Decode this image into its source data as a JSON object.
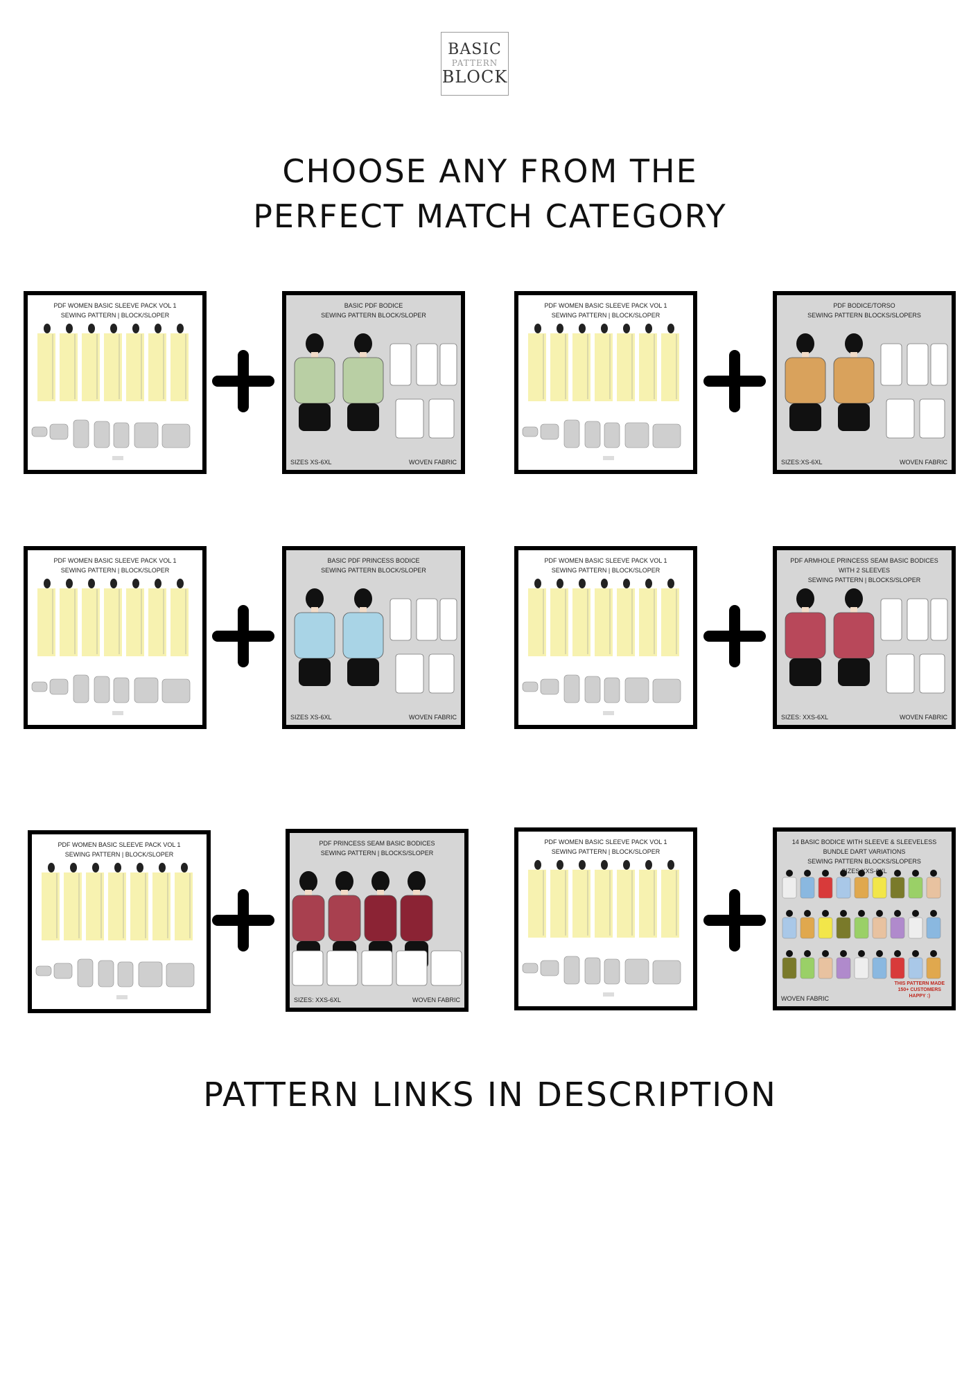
{
  "logo": {
    "line1": "BASIC",
    "line2": "PATTERN",
    "line3": "BLOCK"
  },
  "headline": {
    "line1": "CHOOSE ANY FROM THE",
    "line2": "PERFECT MATCH CATEGORY"
  },
  "footer": "PATTERN LINKS IN DESCRIPTION",
  "sleeve_card": {
    "title": "PDF WOMEN BASIC SLEEVE  PACK VOL 1\nSEWING PATTERN | BLOCK/SLOPER",
    "dress_color": "#f7f2b0"
  },
  "bodices": [
    {
      "title": "BASIC PDF  BODICE\nSEWING PATTERN BLOCK/SLOPER",
      "sizes": "SIZES XS-6XL",
      "fabric": "WOVEN FABRIC",
      "garment_color": "#b9cfa4"
    },
    {
      "title": "PDF BODICE/TORSO\nSEWING PATTERN BLOCKS/SLOPERS",
      "sizes": "SIZES:XS-6XL",
      "fabric": "WOVEN FABRIC",
      "garment_color": "#d9a25c"
    },
    {
      "title": "BASIC PDF PRINCESS  BODICE\nSEWING PATTERN BLOCK/SLOPER",
      "sizes": "SIZES XS-6XL",
      "fabric": "WOVEN FABRIC",
      "garment_color": "#a9d4e6"
    },
    {
      "title": "PDF ARMHOLE PRINCESS SEAM BASIC BODICES\nWITH 2 SLEEVES\nSEWING PATTERN | BLOCKS/SLOPER",
      "sizes": "SIZES: XXS-6XL",
      "fabric": "WOVEN FABRIC",
      "garment_color": "#b8485a"
    },
    {
      "title": "PDF PRINCESS SEAM BASIC BODICES\nSEWING PATTERN | BLOCKS/SLOPER",
      "sizes": "SIZES: XXS-6XL",
      "fabric": "WOVEN FABRIC",
      "garment_color": "#a8404f"
    },
    {
      "title": "14 BASIC BODICE WITH SLEEVE & SLEEVELESS\nBUNDLE DART VARIATIONS\nSEWING PATTERN BLOCKS/SLOPERS\nSIZES XXS-6XL",
      "sizes": "",
      "fabric": "WOVEN FABRIC",
      "badge": "THIS PATTERN MADE\n150+ CUSTOMERS\nHAPPY :)",
      "garment_color": "#c7c7c7"
    }
  ]
}
